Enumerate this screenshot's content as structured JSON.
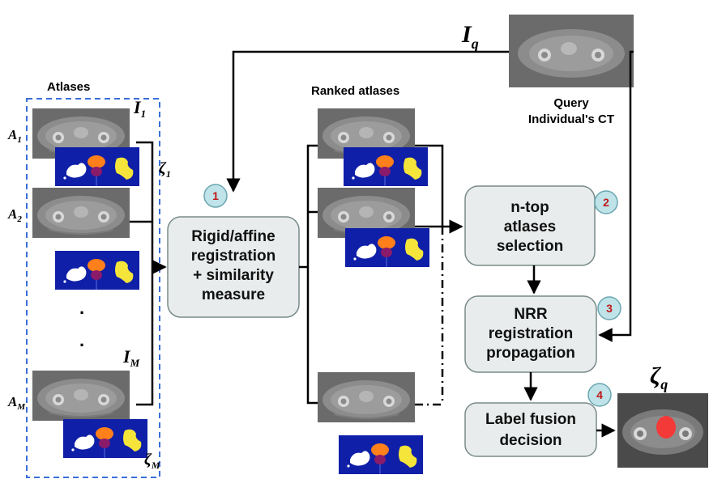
{
  "labels": {
    "atlases": "Atlases",
    "ranked_atlases": "Ranked atlases",
    "query_line1": "Query",
    "query_line2": "Individual's CT",
    "iq": "I",
    "iq_sub": "q",
    "zeta_q": "ζ",
    "zeta_q_sub": "q",
    "i1": "I",
    "i1_sub": "1",
    "im": "I",
    "im_sub": "M",
    "zeta1": "ζ",
    "zeta1_sub": "1",
    "zetam": "ζ",
    "zetam_sub": "M",
    "a1": "A",
    "a1_sub": "1",
    "a2": "A",
    "a2_sub": "2",
    "am": "A",
    "am_sub": "M",
    "dot1": ".",
    "dot2": "."
  },
  "steps": [
    {
      "number": "1",
      "line1": "Rigid/affine",
      "line2": "registration",
      "line3": "+ similarity",
      "line4": "measure"
    },
    {
      "number": "2",
      "line1": "n-top",
      "line2": "atlases",
      "line3": "selection"
    },
    {
      "number": "3",
      "line1": "NRR",
      "line2": "registration",
      "line3": "propagation"
    },
    {
      "number": "4",
      "line1": "Label fusion",
      "line2": "decision"
    }
  ],
  "colors": {
    "box_fill": "#e8ecec",
    "box_stroke": "#7a8a8a",
    "badge_fill": "#bfe3e8",
    "badge_stroke": "#6aa6b0",
    "badge_text": "#c0181a",
    "dashed_frame": "#3a6fd8",
    "label_bg": "#0f1fa8",
    "organ_bladder": "#ffffff",
    "organ_prostate": "#ff7f1a",
    "organ_rectum": "#8a1a6a",
    "organ_bone": "#f5e53a",
    "highlight_red": "#ff3030"
  }
}
